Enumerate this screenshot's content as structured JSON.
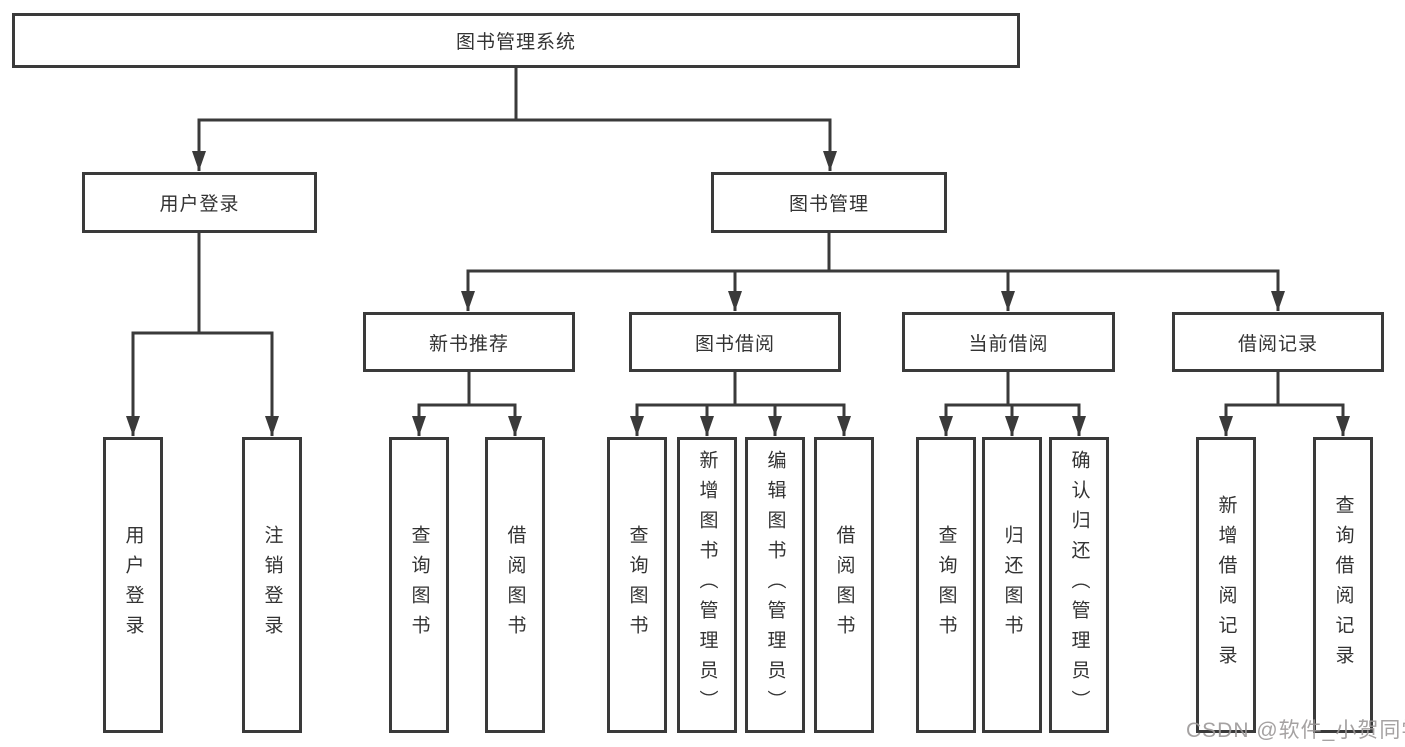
{
  "tree": {
    "label": "图书管理系统",
    "children": [
      {
        "label": "用户登录",
        "children": [
          {
            "label": "用户登录"
          },
          {
            "label": "注销登录"
          }
        ]
      },
      {
        "label": "图书管理",
        "children": [
          {
            "label": "新书推荐",
            "children": [
              {
                "label": "查询图书"
              },
              {
                "label": "借阅图书"
              }
            ]
          },
          {
            "label": "图书借阅",
            "children": [
              {
                "label": "查询图书"
              },
              {
                "label": "新增图书（管理员）"
              },
              {
                "label": "编辑图书（管理员）"
              },
              {
                "label": "借阅图书"
              }
            ]
          },
          {
            "label": "当前借阅",
            "children": [
              {
                "label": "查询图书"
              },
              {
                "label": "归还图书"
              },
              {
                "label": "确认归还（管理员）"
              }
            ]
          },
          {
            "label": "借阅记录",
            "children": [
              {
                "label": "新增借阅记录"
              },
              {
                "label": "查询借阅记录"
              }
            ]
          }
        ]
      }
    ]
  },
  "watermark": {
    "text": "CSDN @软件_小贺同学"
  },
  "colors": {
    "line": "#3a3a3a",
    "text": "#333333",
    "background": "#ffffff",
    "watermark": "#9b9898"
  }
}
